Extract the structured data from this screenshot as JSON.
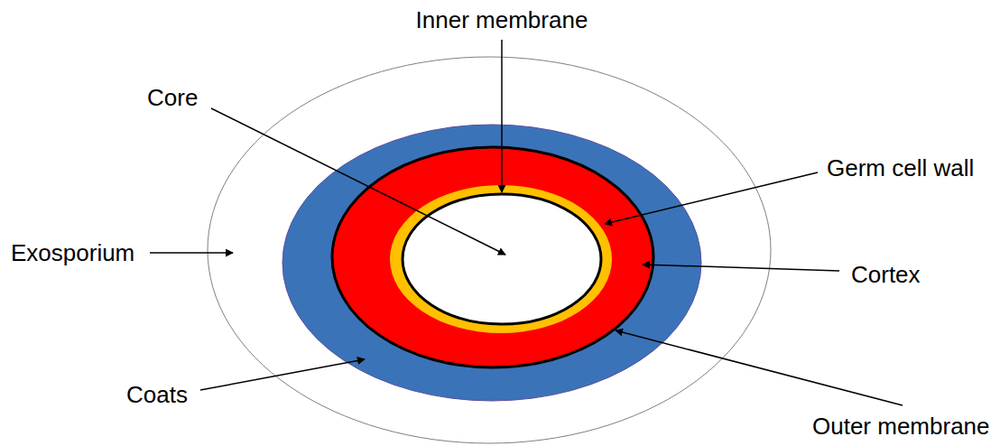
{
  "diagram": {
    "labels": [
      "Inner membrane",
      "Core",
      "Germ cell wall",
      "Exosporium",
      "Cortex",
      "Coats",
      "Outer membrane"
    ]
  }
}
